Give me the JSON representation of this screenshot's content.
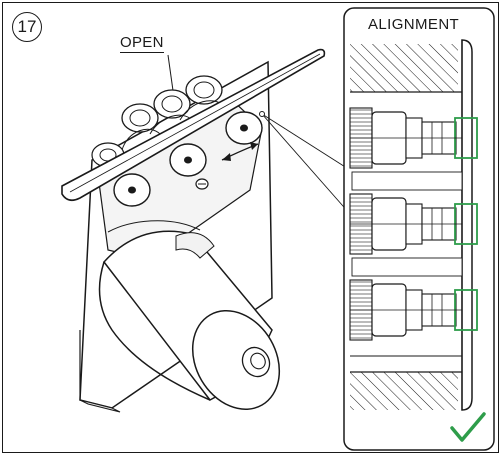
{
  "step": {
    "number": "17"
  },
  "labels": {
    "open": "OPEN",
    "alignment": "ALIGNMENT"
  },
  "icons": {
    "rotation": "double-headed-curved-arrow",
    "confirm": "check-mark"
  },
  "colors": {
    "line": "#1a1a1a",
    "accent_green": "#2e9d4a"
  }
}
